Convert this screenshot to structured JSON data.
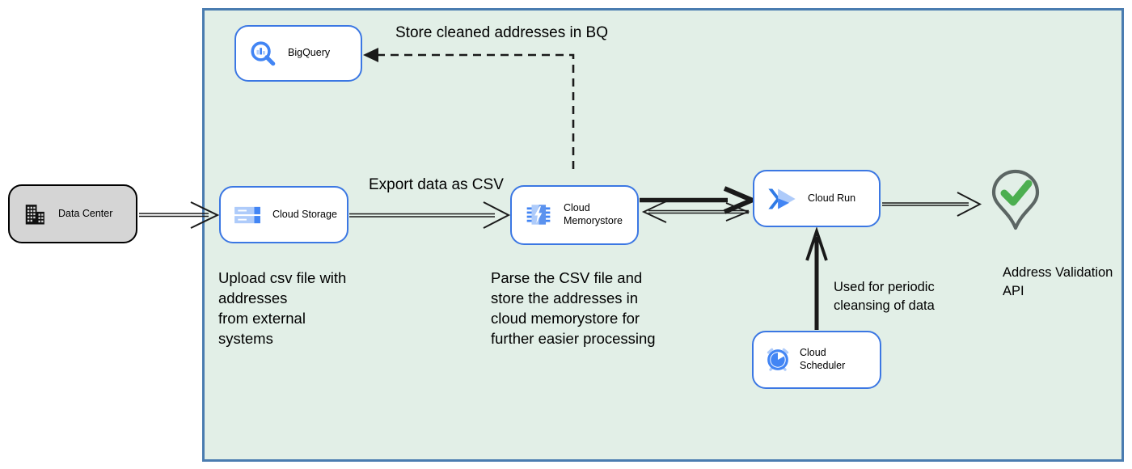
{
  "diagram": {
    "nodes": {
      "data_center": {
        "label": "Data Center"
      },
      "bigquery": {
        "label": "BigQuery"
      },
      "cloud_storage": {
        "label": "Cloud Storage"
      },
      "cloud_memorystore": {
        "label": "Cloud Memorystore"
      },
      "cloud_run": {
        "label": "Cloud Run"
      },
      "cloud_scheduler": {
        "label": "Cloud Scheduler"
      },
      "address_validation_api": {
        "label": "Address Validation API"
      }
    },
    "edge_labels": {
      "store_cleaned_bq": "Store cleaned addresses in BQ",
      "export_csv": "Export data as CSV",
      "periodic_cleansing": "Used for periodic\ncleansing of data"
    },
    "notes": {
      "upload_note": "Upload csv file with\naddresses\nfrom external\nsystems",
      "parse_note": "Parse the CSV file and\nstore the addresses in\ncloud  memorystore for\nfurther easier processing"
    },
    "icons": [
      "building-icon",
      "bigquery-search-icon",
      "cloud-storage-icon",
      "memorystore-chip-icon",
      "cloud-run-icon",
      "scheduler-clock-icon",
      "location-pin-icon",
      "checkmark-icon"
    ],
    "colors": {
      "container_fill": "#e2efe7",
      "container_border": "#4a7cb0",
      "node_border": "#3b77e3",
      "node_fill": "#ffffff",
      "data_center_fill": "#d5d5d5",
      "data_center_border": "#000000",
      "icon_blue": "#4285f4",
      "icon_light_blue": "#aecbfa",
      "check_green": "#4caf50",
      "pin_outline": "#5c6664",
      "arrow_color": "#1a1a1a",
      "text_color": "#000000"
    }
  }
}
